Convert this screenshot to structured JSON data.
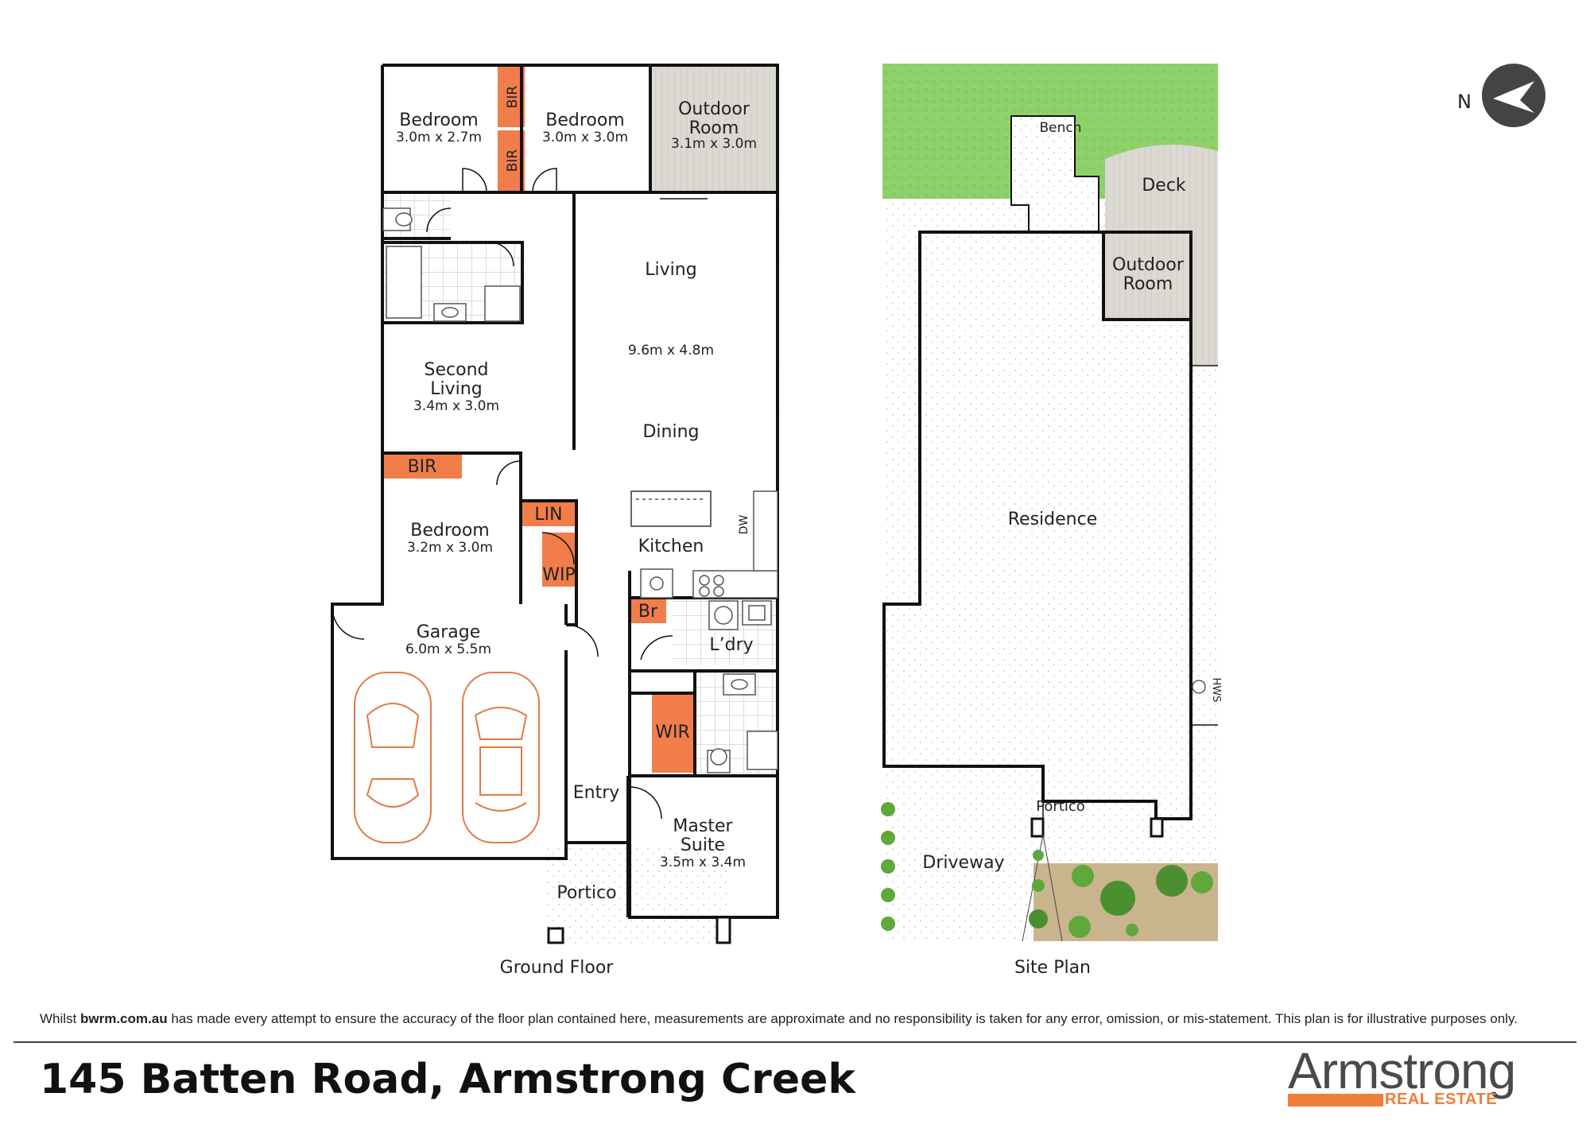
{
  "address": "145 Batten Road, Armstrong Creek",
  "disclaimer": {
    "prefix": "Whilst ",
    "site": "bwrm.com.au",
    "suffix": " has made every attempt to ensure the accuracy of the floor plan contained here, measurements are approximate and no responsibility is taken for any error, omission, or mis-statement. This plan is for illustrative purposes only."
  },
  "logo": {
    "word": "Armstrong",
    "sub": "REAL ESTATE"
  },
  "compass": {
    "label": "N"
  },
  "ground_floor": {
    "caption": "Ground Floor",
    "rooms": {
      "bedroom_nw": {
        "name": "Bedroom",
        "dim": "3.0m x 2.7m"
      },
      "bedroom_n": {
        "name": "Bedroom",
        "dim": "3.0m x 3.0m"
      },
      "outdoor_room": {
        "name1": "Outdoor",
        "name2": "Room",
        "dim": "3.1m x 3.0m"
      },
      "living": {
        "name": "Living",
        "dim": "9.6m x 4.8m"
      },
      "dining": {
        "name": "Dining"
      },
      "second_living": {
        "name1": "Second",
        "name2": "Living",
        "dim": "3.4m x 3.0m"
      },
      "bedroom_w": {
        "name": "Bedroom",
        "dim": "3.2m x 3.0m"
      },
      "kitchen": {
        "name": "Kitchen",
        "dw": "DW"
      },
      "laundry": {
        "name": "L’dry"
      },
      "garage": {
        "name": "Garage",
        "dim": "6.0m x 5.5m"
      },
      "entry": {
        "name": "Entry"
      },
      "master": {
        "name1": "Master",
        "name2": "Suite",
        "dim": "3.5m x 3.4m"
      },
      "portico": {
        "name": "Portico"
      }
    },
    "storage": {
      "bir1": "BIR",
      "bir2": "BIR",
      "bir3": "BIR",
      "lin": "LIN",
      "wip": "WIP",
      "br": "Br",
      "wir": "WIR"
    }
  },
  "site_plan": {
    "caption": "Site Plan",
    "labels": {
      "bench": "Bench",
      "deck": "Deck",
      "outdoor1": "Outdoor",
      "outdoor2": "Room",
      "residence": "Residence",
      "portico": "Portico",
      "driveway": "Driveway",
      "hws": "HWS"
    }
  },
  "colors": {
    "accent": "#f07d4a",
    "lawn": "#8fd16a",
    "deck": "#d9d6cf",
    "garden": "#c7b08a"
  }
}
